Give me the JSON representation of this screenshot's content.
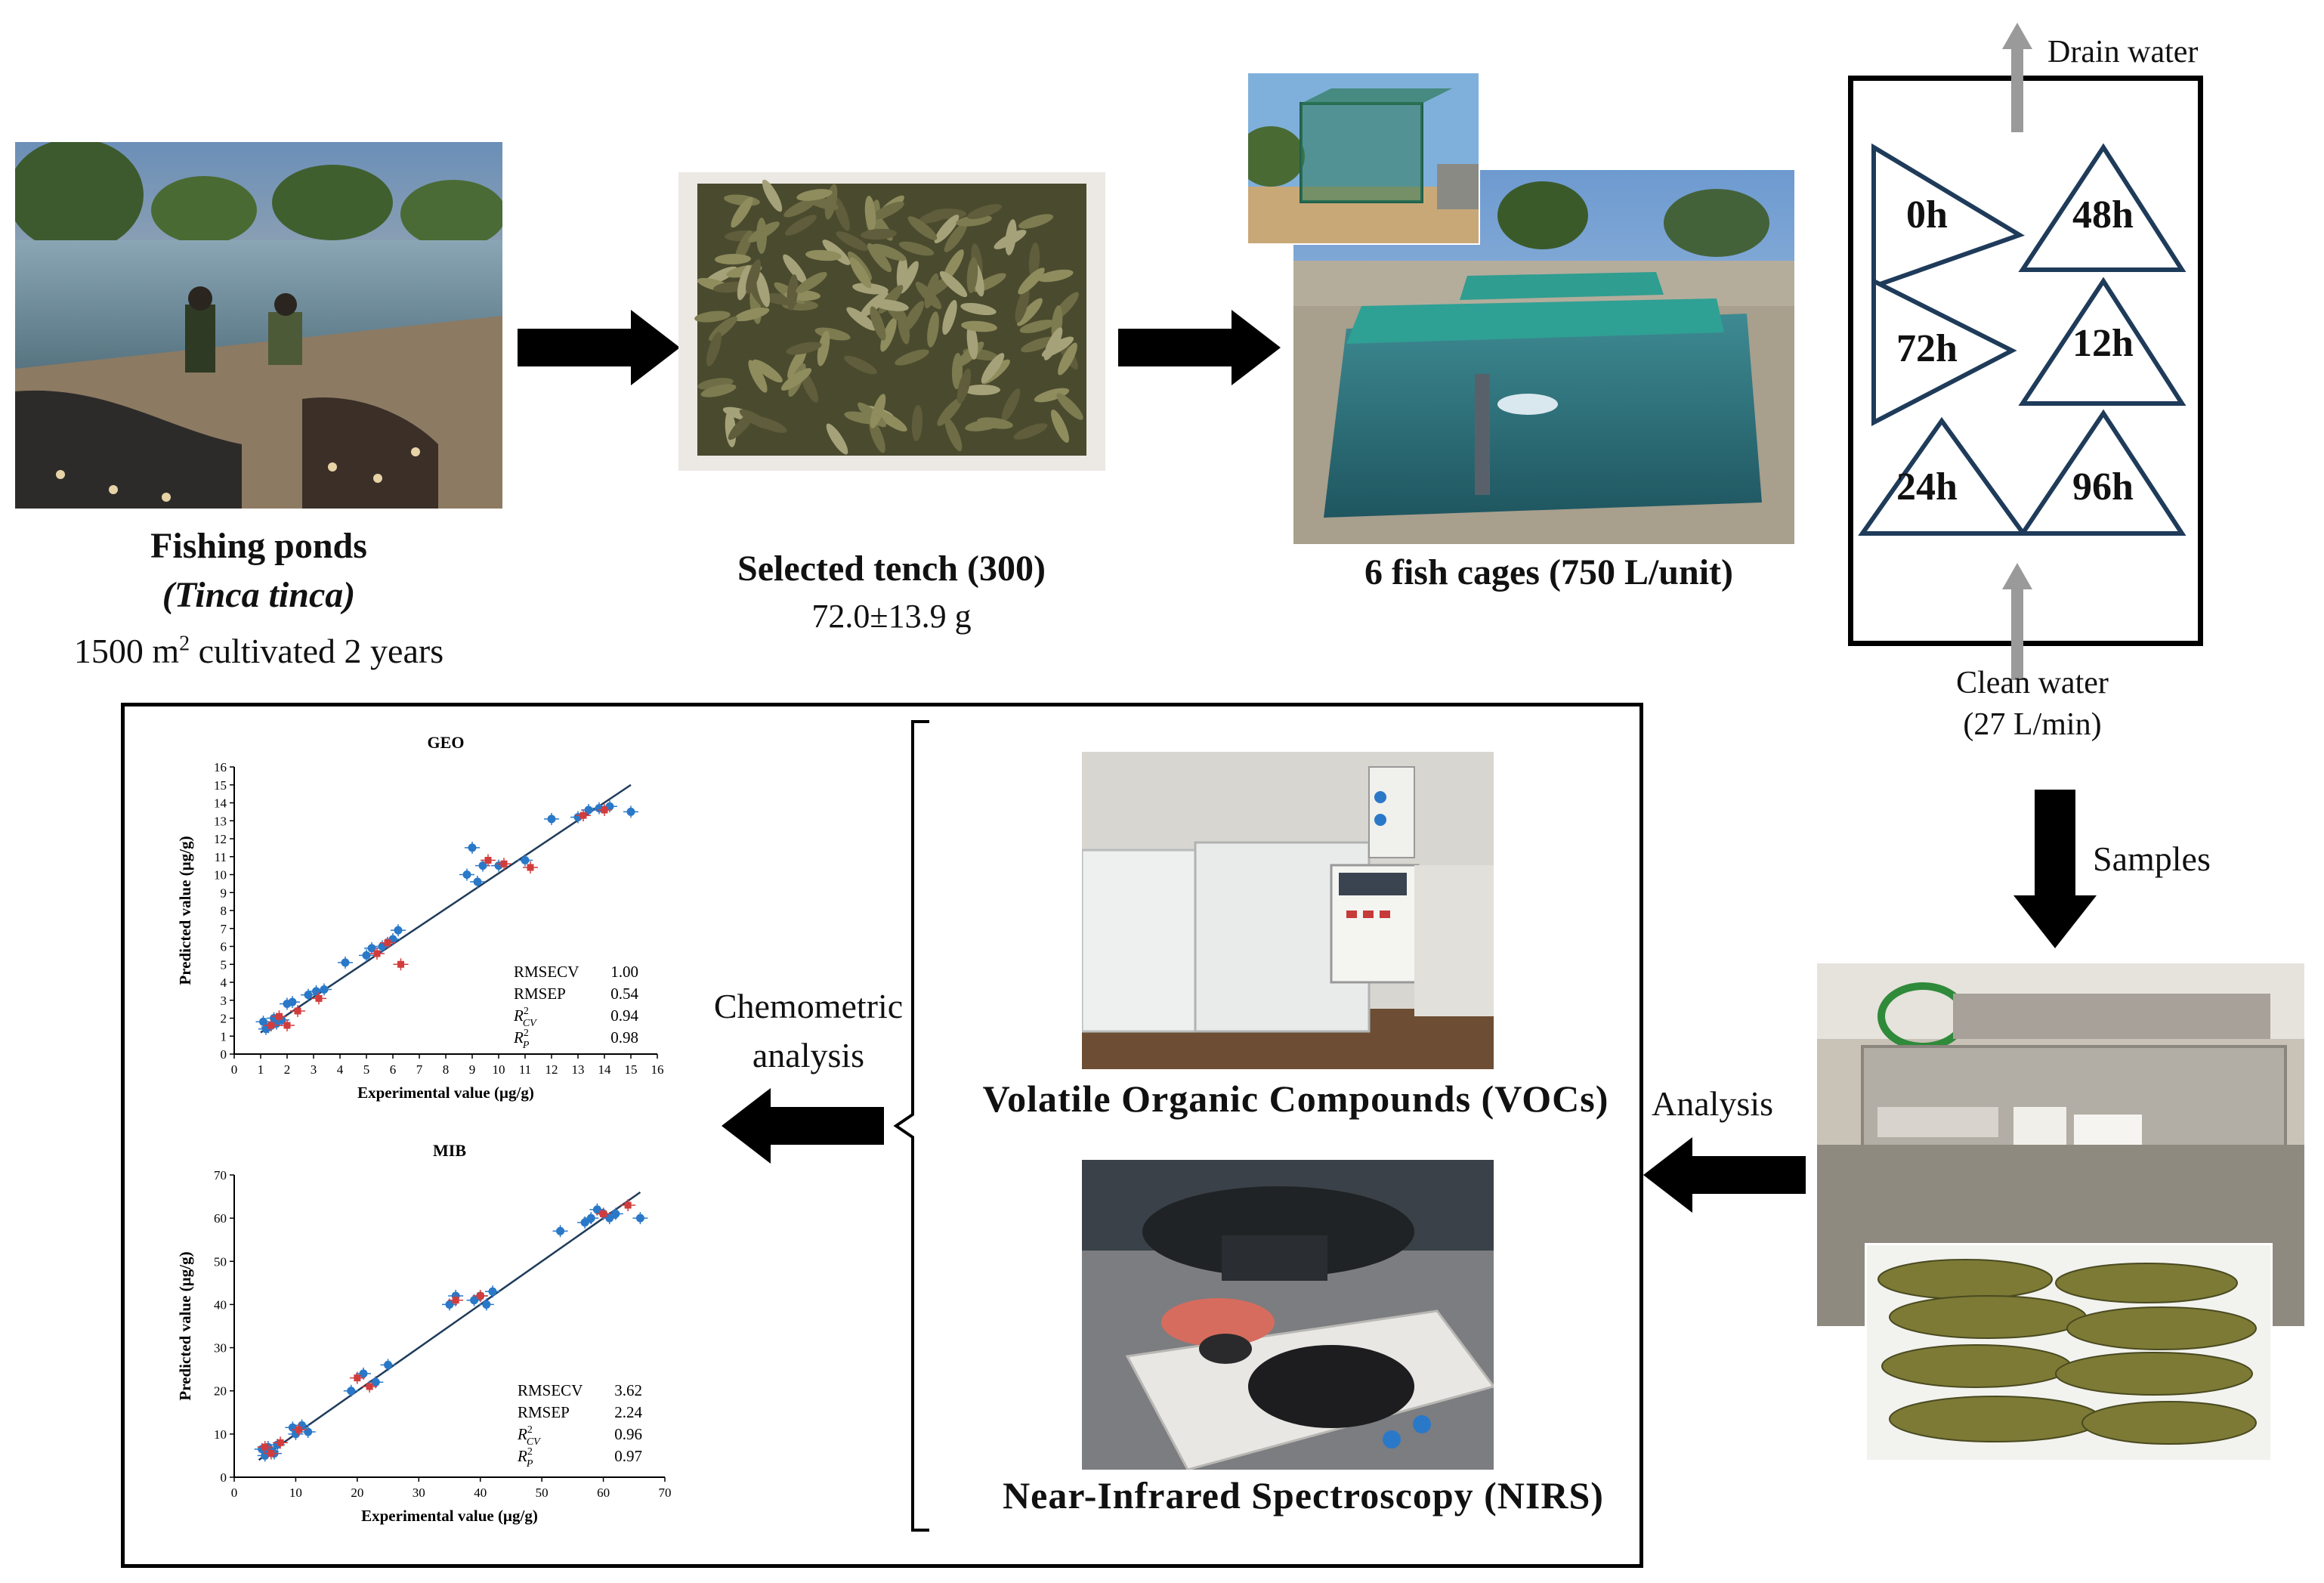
{
  "ponds": {
    "title": "Fishing ponds",
    "species": "(Tinca tinca)",
    "area_prefix": "1500 m",
    "area_sup": "2",
    "area_suffix": " cultivated 2 years"
  },
  "tench": {
    "title": "Selected tench (300)",
    "weight": "72.0±13.9 g"
  },
  "cages": {
    "title": "6 fish cages (750 L/unit)"
  },
  "tank": {
    "drain_label": "Drain water",
    "clean_label": "Clean water",
    "flow_label": "(27 L/min)",
    "times": [
      "0h",
      "48h",
      "72h",
      "12h",
      "24h",
      "96h"
    ]
  },
  "flow": {
    "samples_label": "Samples",
    "analysis_label": "Analysis",
    "chemometric_line1": "Chemometric",
    "chemometric_line2": "analysis"
  },
  "methods": {
    "vocs": "Volatile Organic Compounds (VOCs)",
    "nirs": "Near-Infrared Spectroscopy (NIRS)"
  },
  "colors": {
    "arrow_black": "#000000",
    "arrow_grey": "#9a9a9a",
    "point_blue": "#2a78c8",
    "point_red": "#d23c3c",
    "fit_line": "#1f3b5a"
  },
  "chart_data": [
    {
      "type": "scatter",
      "title": "GEO",
      "xlabel": "Experimental value (µg/g)",
      "ylabel": "Predicted value (µg/g)",
      "xlim": [
        0,
        16
      ],
      "ylim": [
        0,
        16
      ],
      "xticks": [
        "0",
        "1",
        "2",
        "3",
        "4",
        "5",
        "6",
        "7",
        "8",
        "9",
        "10",
        "11",
        "12",
        "13",
        "14",
        "15",
        "16"
      ],
      "yticks": [
        "0",
        "1",
        "2",
        "3",
        "4",
        "5",
        "6",
        "7",
        "8",
        "9",
        "10",
        "11",
        "12",
        "13",
        "14",
        "15",
        "16"
      ],
      "fit_line": {
        "x": [
          1,
          15
        ],
        "y": [
          1.2,
          15
        ]
      },
      "series": [
        {
          "color": "blue",
          "x": [
            1.1,
            1.3,
            1.5,
            1.8,
            2.0,
            1.2,
            1.6,
            2.2,
            2.8,
            3.1,
            3.4,
            4.2,
            5.0,
            5.2,
            5.6,
            6.0,
            6.2,
            8.8,
            9.0,
            9.2,
            9.4,
            10.0,
            11.0,
            12.0,
            13.0,
            13.4,
            13.8,
            14.2,
            15.0
          ],
          "y": [
            1.8,
            1.5,
            2.0,
            1.9,
            2.8,
            1.4,
            1.7,
            2.9,
            3.3,
            3.5,
            3.6,
            5.1,
            5.5,
            5.9,
            6.0,
            6.4,
            6.9,
            10.0,
            11.5,
            9.6,
            10.5,
            10.5,
            10.8,
            13.1,
            13.2,
            13.6,
            13.7,
            13.8,
            13.5
          ]
        },
        {
          "color": "red",
          "x": [
            1.4,
            1.7,
            2.0,
            2.4,
            3.2,
            5.4,
            5.8,
            6.3,
            9.6,
            10.2,
            11.2,
            13.2,
            14.0
          ],
          "y": [
            1.6,
            2.1,
            1.6,
            2.4,
            3.1,
            5.6,
            6.2,
            5.0,
            10.8,
            10.6,
            10.4,
            13.3,
            13.6
          ]
        }
      ],
      "stats": [
        {
          "label": "RMSECV",
          "sym": "",
          "sup": "",
          "sub": "",
          "value": "1.00"
        },
        {
          "label": "RMSEP",
          "sym": "",
          "sup": "",
          "sub": "",
          "value": "0.54"
        },
        {
          "label": "",
          "sym": "R",
          "sup": "2",
          "sub": "CV",
          "value": "0.94"
        },
        {
          "label": "",
          "sym": "R",
          "sup": "2",
          "sub": "P",
          "value": "0.98"
        }
      ]
    },
    {
      "type": "scatter",
      "title": "MIB",
      "xlabel": "Experimental value (µg/g)",
      "ylabel": "Predicted value (µg/g)",
      "xlim": [
        0,
        70
      ],
      "ylim": [
        0,
        70
      ],
      "xticks": [
        "0",
        "10",
        "20",
        "30",
        "40",
        "50",
        "60",
        "70"
      ],
      "yticks": [
        "0",
        "10",
        "20",
        "30",
        "40",
        "50",
        "60",
        "70"
      ],
      "fit_line": {
        "x": [
          4,
          66
        ],
        "y": [
          4,
          66
        ]
      },
      "series": [
        {
          "color": "blue",
          "x": [
            4.5,
            5.0,
            5.5,
            6.0,
            6.5,
            7.0,
            9.5,
            10.0,
            11.0,
            12.0,
            19.0,
            21.0,
            23.0,
            25.0,
            35.0,
            36.0,
            39.0,
            40.0,
            41.0,
            42.0,
            53.0,
            57.0,
            58.0,
            59.0,
            60.0,
            61.0,
            62.0,
            66.0
          ],
          "y": [
            6.5,
            5.0,
            7.0,
            6.0,
            5.5,
            7.5,
            11.5,
            10.0,
            12.0,
            10.5,
            20.0,
            24.0,
            22.0,
            26.0,
            40.0,
            42.0,
            41.0,
            42.0,
            40.0,
            43.0,
            57.0,
            59.0,
            60.0,
            62.0,
            61.0,
            60.0,
            61.0,
            60.0
          ]
        },
        {
          "color": "red",
          "x": [
            5.0,
            6.0,
            7.5,
            10.5,
            20.0,
            22.0,
            36.0,
            40.0,
            60.0,
            64.0
          ],
          "y": [
            7.0,
            5.5,
            8.0,
            11.0,
            23.0,
            21.0,
            41.0,
            42.0,
            61.0,
            63.0
          ]
        }
      ],
      "stats": [
        {
          "label": "RMSECV",
          "sym": "",
          "sup": "",
          "sub": "",
          "value": "3.62"
        },
        {
          "label": "RMSEP",
          "sym": "",
          "sup": "",
          "sub": "",
          "value": "2.24"
        },
        {
          "label": "",
          "sym": "R",
          "sup": "2",
          "sub": "CV",
          "value": "0.96"
        },
        {
          "label": "",
          "sym": "R",
          "sup": "2",
          "sub": "P",
          "value": "0.97"
        }
      ]
    }
  ]
}
